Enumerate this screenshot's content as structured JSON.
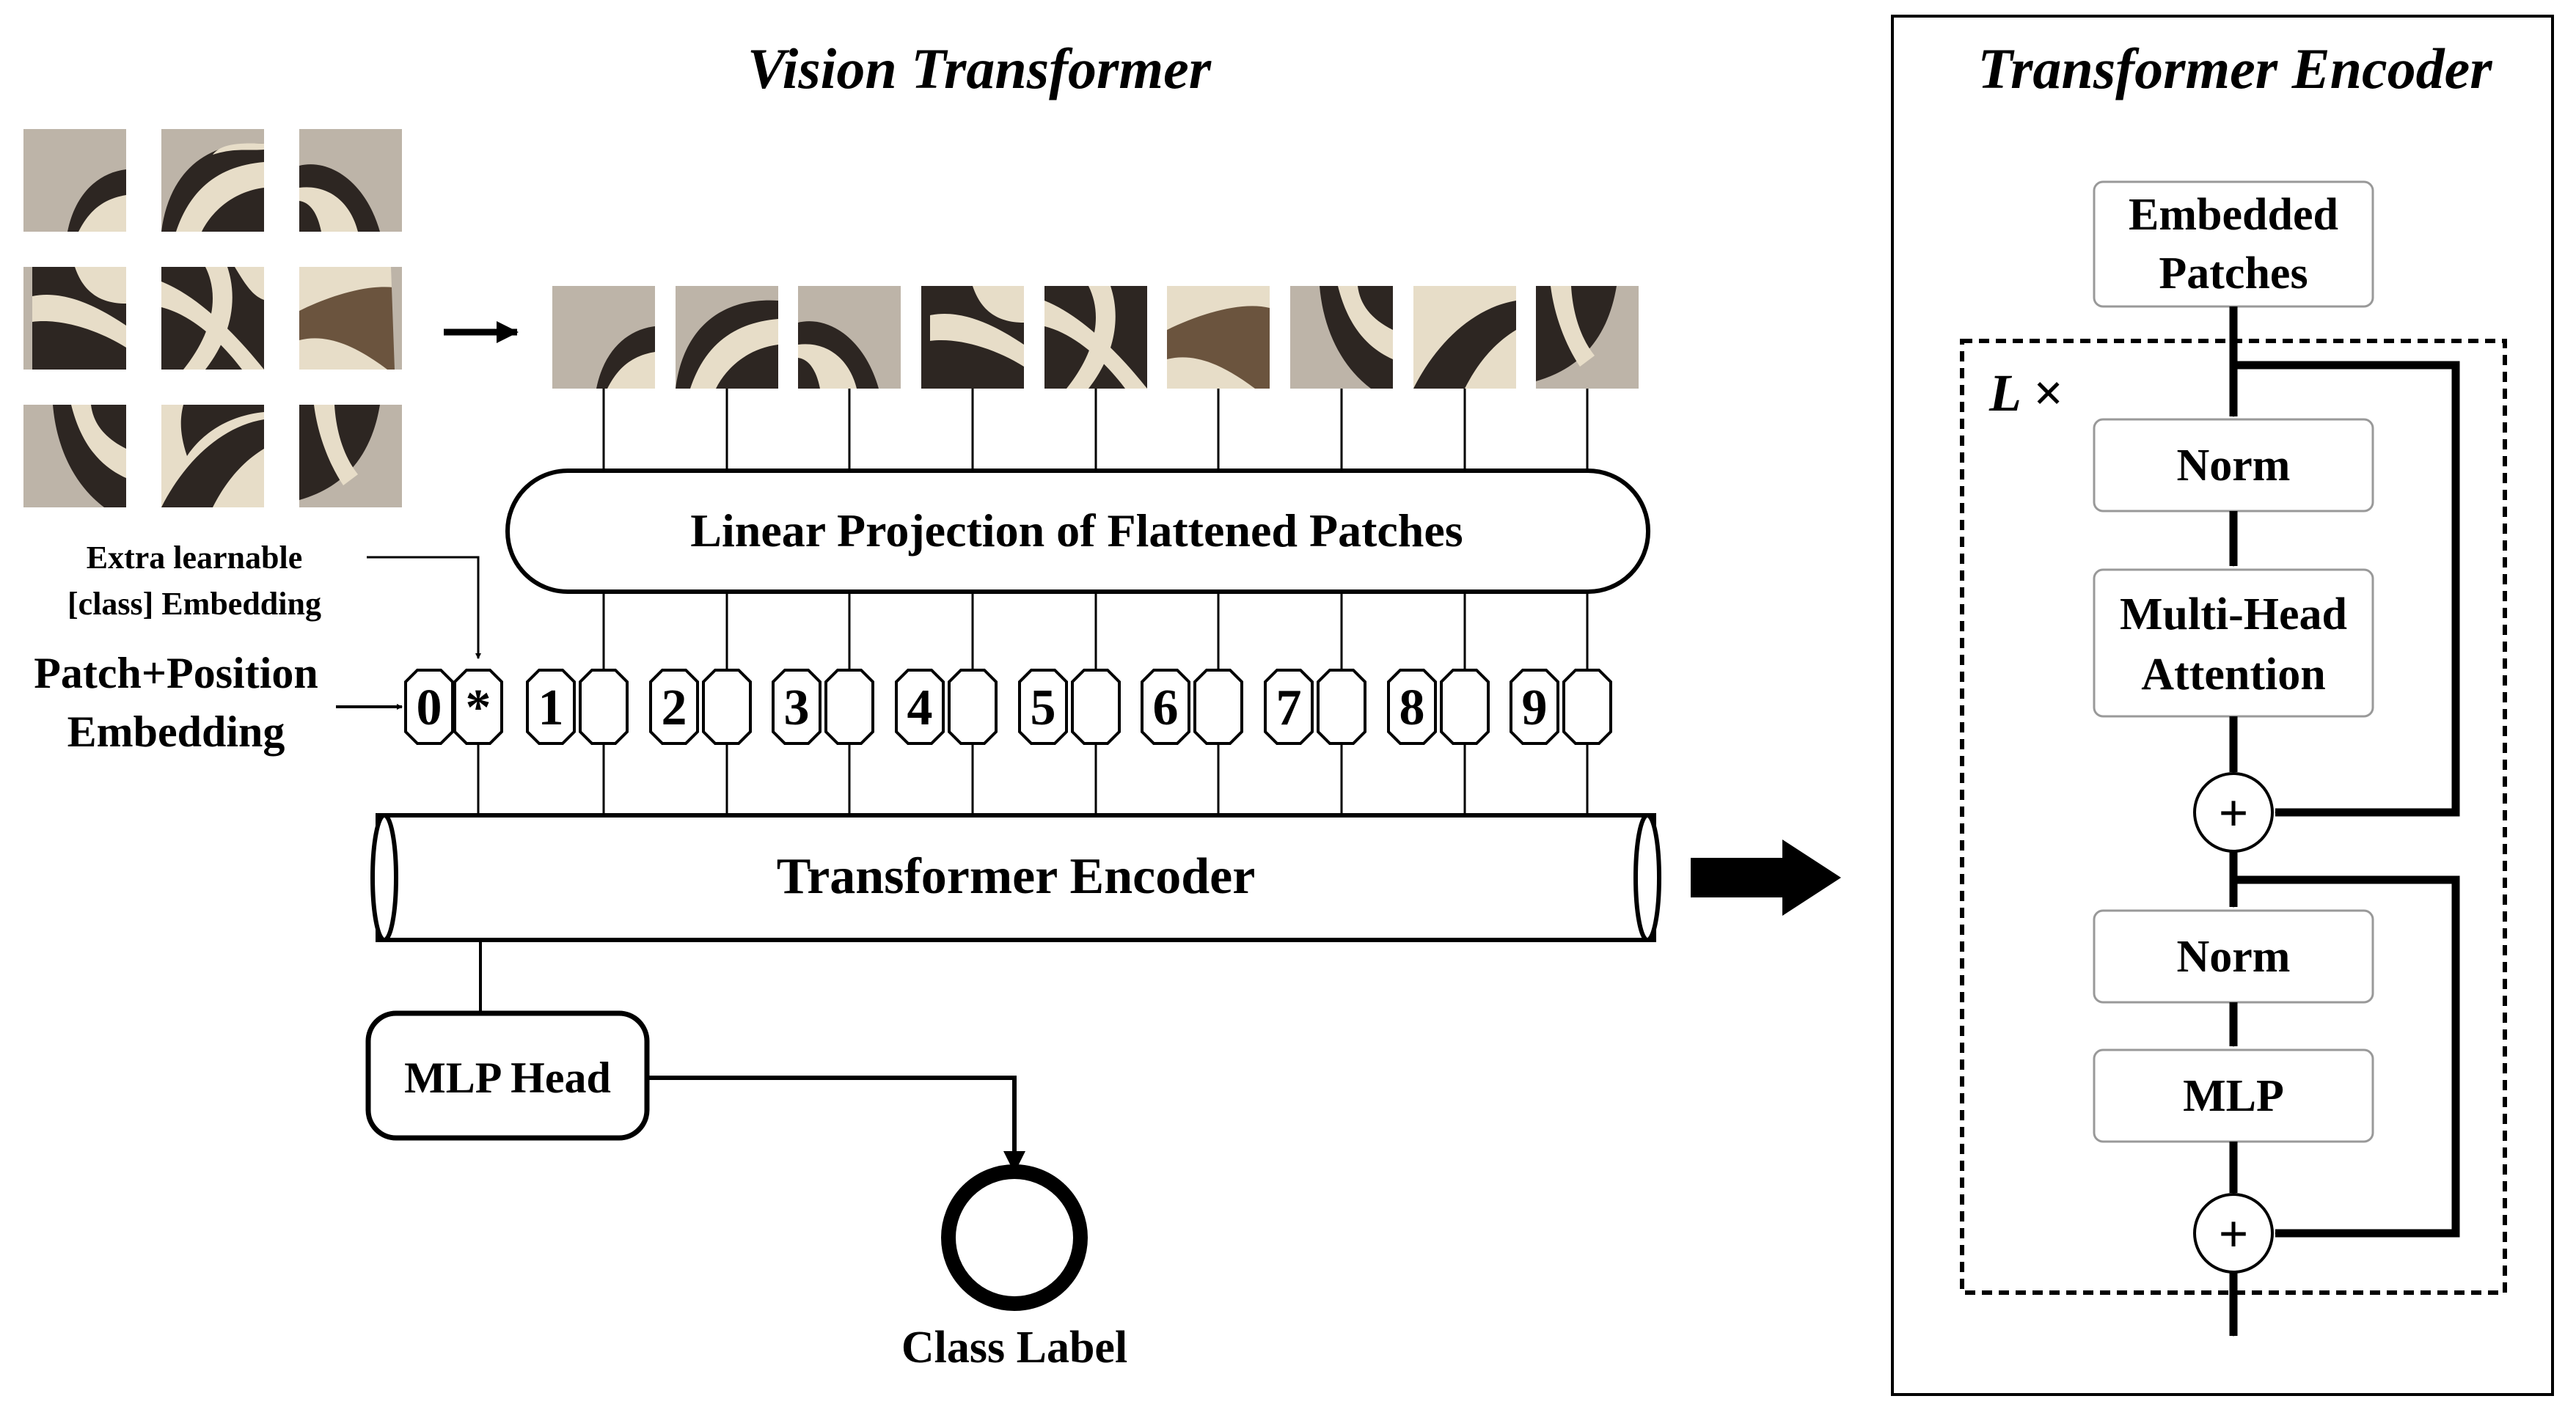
{
  "left_panel": {
    "title": "Vision Transformer",
    "extra_embedding_label": [
      "Extra learnable",
      "[class] Embedding"
    ],
    "patch_position_label": [
      "Patch+Position",
      "Embedding"
    ],
    "linear_projection_label": "Linear Projection of Flattened Patches",
    "transformer_encoder_label": "Transformer Encoder",
    "mlp_head_label": "MLP Head",
    "class_label": "Class Label",
    "tokens": [
      "0",
      "*",
      "1",
      "2",
      "3",
      "4",
      "5",
      "6",
      "7",
      "8",
      "9"
    ],
    "image_description_colors": {
      "cream": "#e7ddc8",
      "dark": "#2d2622",
      "brown": "#6b543e",
      "background": "#a39b92"
    }
  },
  "right_panel": {
    "title": "Transformer Encoder",
    "embedded_patches_label": [
      "Embedded",
      "Patches"
    ],
    "repeat_label": "L ×",
    "blocks": [
      "Norm",
      "Multi-Head Attention",
      "Norm",
      "MLP"
    ],
    "multi_head_lines": [
      "Multi-Head",
      "Attention"
    ],
    "add_symbol": "+"
  }
}
